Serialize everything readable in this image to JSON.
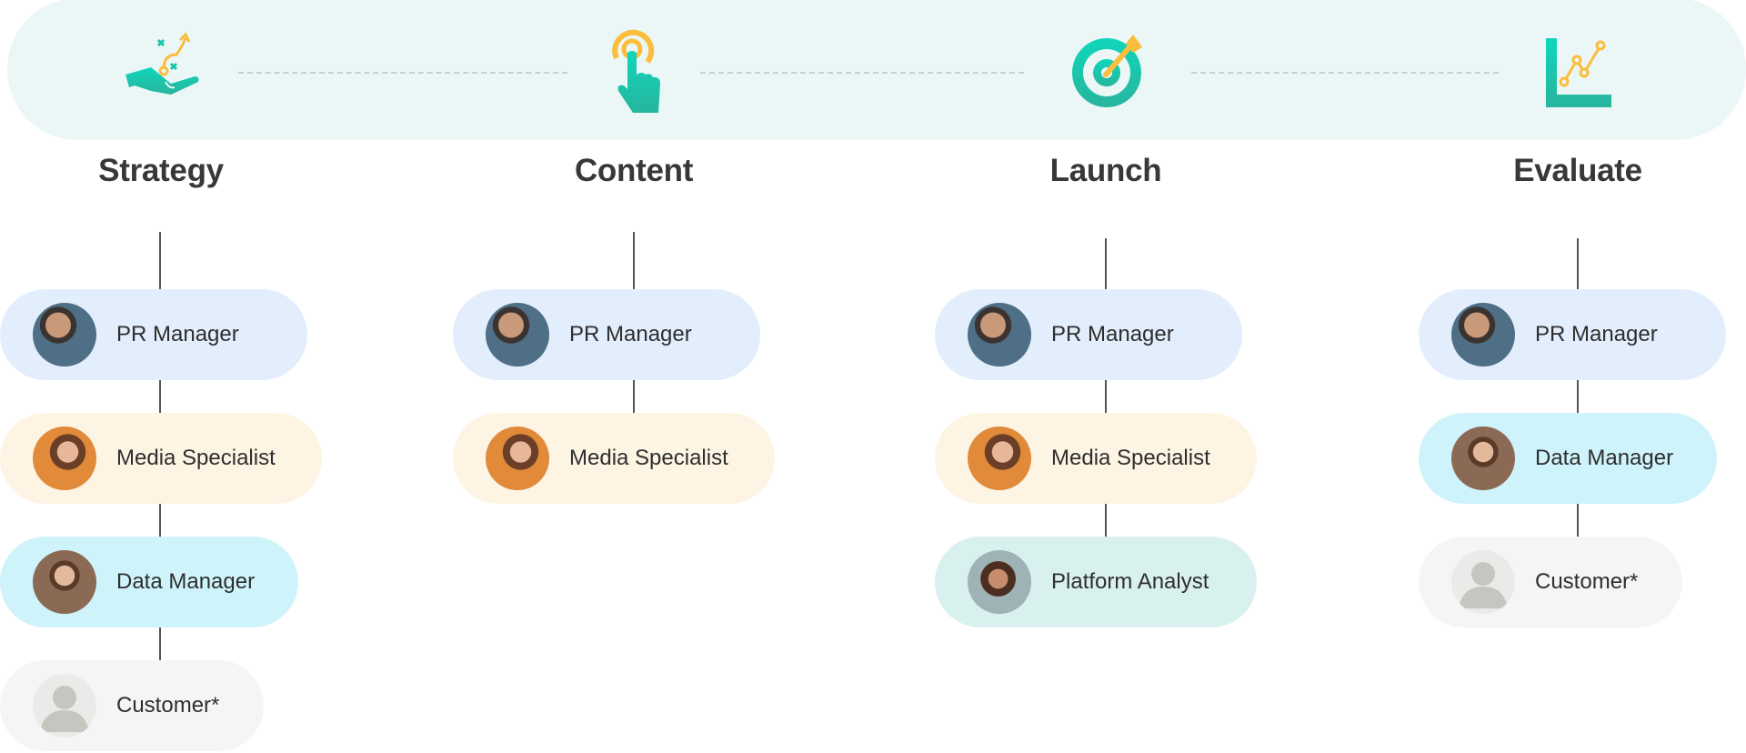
{
  "stages": [
    {
      "title": "Strategy",
      "icon": "strategy-hand-icon"
    },
    {
      "title": "Content",
      "icon": "tap-finger-icon"
    },
    {
      "title": "Launch",
      "icon": "target-arrow-icon"
    },
    {
      "title": "Evaluate",
      "icon": "growth-chart-icon"
    }
  ],
  "columns": [
    {
      "stage": "Strategy",
      "roles": [
        "PR Manager",
        "Media Specialist",
        "Data Manager",
        "Customer*"
      ]
    },
    {
      "stage": "Content",
      "roles": [
        "PR Manager",
        "Media Specialist"
      ]
    },
    {
      "stage": "Launch",
      "roles": [
        "PR Manager",
        "Media Specialist",
        "Platform Analyst"
      ]
    },
    {
      "stage": "Evaluate",
      "roles": [
        "PR Manager",
        "Data Manager",
        "Customer*"
      ]
    }
  ],
  "colors": {
    "accent_teal": "#16c7a9",
    "accent_yellow": "#fbbd3c",
    "bar_bg": "#ebf7f6",
    "pr_manager": "#e3eefd",
    "media_specialist": "#fdf4e4",
    "data_manager": "#cff3fb",
    "platform_analyst": "#d8f1ee",
    "customer": "#f5f5f5"
  }
}
